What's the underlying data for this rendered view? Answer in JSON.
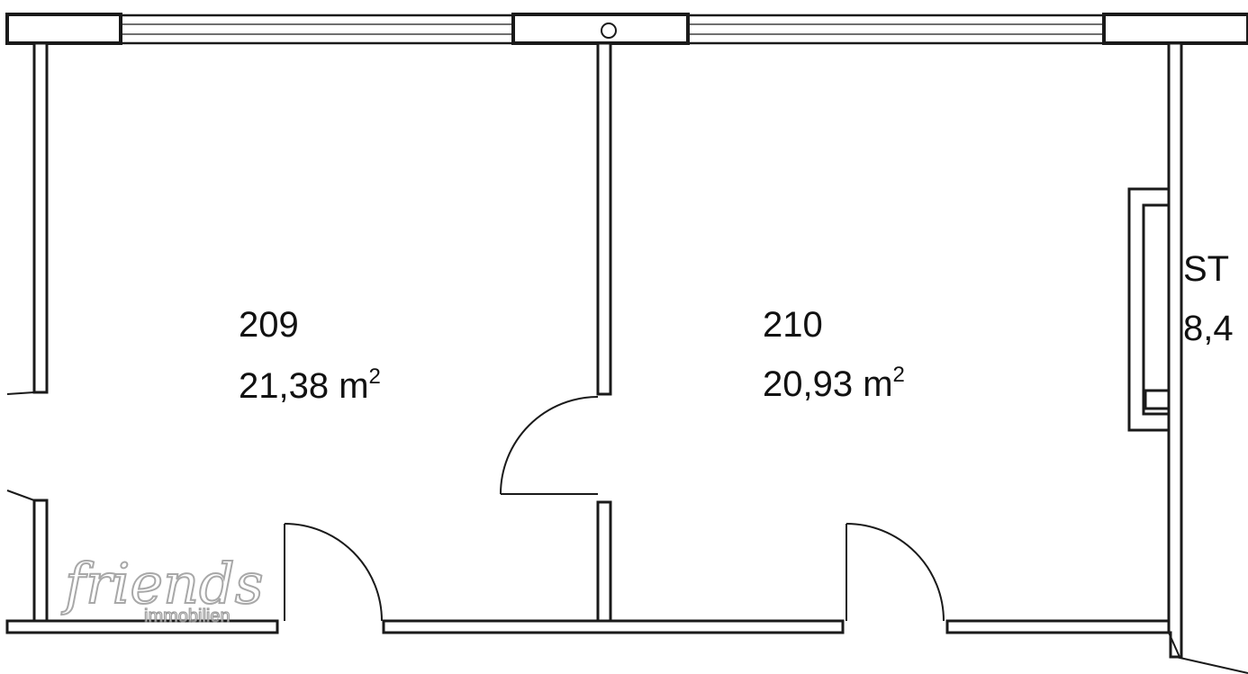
{
  "rooms": [
    {
      "number": "209",
      "area": "21,38 m",
      "area_sup": "2"
    },
    {
      "number": "210",
      "area": "20,93 m",
      "area_sup": "2"
    },
    {
      "number": "ST",
      "area": "8,4",
      "area_sup": ""
    }
  ],
  "logo": {
    "script": "friends",
    "sub": "immobilien"
  }
}
